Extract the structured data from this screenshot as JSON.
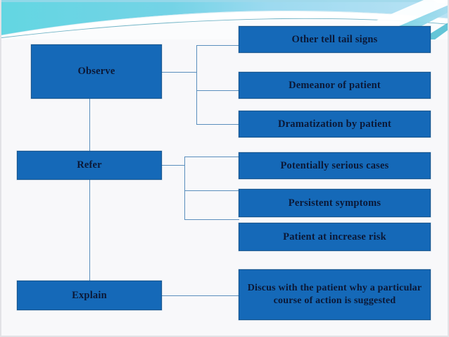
{
  "slide": {
    "background_color": "#f8f8fa",
    "banner": {
      "name": "decorative-wave-banner",
      "colors": {
        "cyan": "#5fd2e0",
        "light_blue": "#8fd0ea",
        "pale_blue": "#bfe4f5",
        "white": "#ffffff",
        "teal_line": "#3fa8c4"
      }
    },
    "node_style": {
      "fill": "#1569b8",
      "border": "#16558f",
      "text_color": "#0b1836",
      "connector_color": "#5b8fbd"
    }
  },
  "diagram": {
    "type": "hierarchy-tree",
    "main_nodes": [
      {
        "id": "observe",
        "label": "Observe"
      },
      {
        "id": "refer",
        "label": "Refer"
      },
      {
        "id": "explain",
        "label": "Explain"
      }
    ],
    "branches": {
      "observe": [
        {
          "id": "other-tell-tail-signs",
          "label": "Other tell tail signs"
        },
        {
          "id": "demeanor-of-patient",
          "label": "Demeanor of patient"
        },
        {
          "id": "dramatization-by-patient",
          "label": "Dramatization by patient"
        }
      ],
      "refer": [
        {
          "id": "potentially-serious-cases",
          "label": "Potentially serious cases"
        },
        {
          "id": "persistent-symptoms",
          "label": "Persistent symptoms"
        },
        {
          "id": "patient-at-increase-risk",
          "label": "Patient at increase risk"
        }
      ],
      "explain": [
        {
          "id": "discuss-course-of-action",
          "label": "Discus with the patient why a particular course of action is suggested"
        }
      ]
    }
  }
}
